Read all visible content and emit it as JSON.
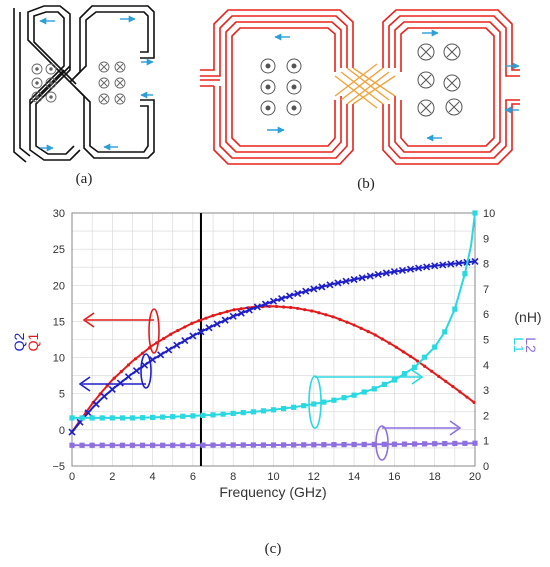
{
  "panel_labels": {
    "a": "(a)",
    "b": "(b)",
    "c": "(c)"
  },
  "colors": {
    "coil_a": "#111111",
    "coil_b": "#e8221c",
    "crossover": "#f2a23a",
    "current_arrow": "#2a9fd8",
    "terminal": "#2a9fd8",
    "Q1": "#e31a1c",
    "Q2": "#1f1fc8",
    "L1": "#2ad8e0",
    "L2": "#8e6fe0",
    "grid": "#d6d6d6",
    "marker_line": "#000000"
  },
  "axis_labels": {
    "xlabel": "Frequency (GHz)",
    "left_label_Q2": "Q2",
    "left_label_Q1": "Q1",
    "right_unit": "(nH)",
    "right_label_L2": "L2",
    "right_label_L1": "L1"
  },
  "chart_data": {
    "type": "line",
    "x_range": [
      0,
      20
    ],
    "y_left_range": [
      -5,
      30
    ],
    "y_right_range": [
      0,
      10
    ],
    "x_ticks": [
      "0",
      "2",
      "4",
      "6",
      "8",
      "10",
      "12",
      "14",
      "16",
      "18",
      "20"
    ],
    "y_left_ticks": [
      "−5",
      "0",
      "5",
      "10",
      "15",
      "20",
      "25",
      "30"
    ],
    "y_right_ticks": [
      "0",
      "1",
      "2",
      "3",
      "4",
      "5",
      "6",
      "7",
      "8",
      "9",
      "10"
    ],
    "grid": true,
    "vertical_marker_x": 6.4,
    "series": [
      {
        "name": "Q1",
        "axis": "left",
        "marker": "dot",
        "x": [
          0,
          0.5,
          1,
          1.5,
          2,
          3,
          4,
          5,
          6,
          7,
          8,
          9,
          10,
          11,
          12,
          13,
          14,
          15,
          16,
          17,
          18,
          19,
          20
        ],
        "y": [
          -0.3,
          1.7,
          3.6,
          5.3,
          6.9,
          9.5,
          11.7,
          13.4,
          14.8,
          15.8,
          16.6,
          17.0,
          17.1,
          16.9,
          16.4,
          15.6,
          14.5,
          13.2,
          11.6,
          9.8,
          7.8,
          5.8,
          3.7
        ]
      },
      {
        "name": "Q2",
        "axis": "left",
        "marker": "x",
        "x": [
          0,
          0.5,
          1,
          1.5,
          2,
          3,
          4,
          5,
          6,
          7,
          8,
          9,
          10,
          11,
          12,
          13,
          14,
          15,
          16,
          17,
          18,
          19,
          20
        ],
        "y": [
          -0.3,
          1.4,
          3.0,
          4.4,
          5.6,
          7.8,
          9.7,
          11.4,
          13.0,
          14.4,
          15.7,
          16.8,
          17.8,
          18.7,
          19.5,
          20.2,
          20.8,
          21.4,
          21.9,
          22.3,
          22.7,
          23.0,
          23.3
        ]
      },
      {
        "name": "L1",
        "axis": "right",
        "marker": "square",
        "x": [
          0,
          1,
          2,
          3,
          4,
          5,
          6,
          7,
          8,
          9,
          10,
          11,
          12,
          13,
          14,
          15,
          16,
          17,
          18,
          18.5,
          19,
          19.5,
          19.8,
          20
        ],
        "y": [
          1.9,
          1.9,
          1.9,
          1.9,
          1.92,
          1.95,
          1.98,
          2.02,
          2.08,
          2.14,
          2.22,
          2.32,
          2.45,
          2.6,
          2.8,
          3.05,
          3.4,
          3.9,
          4.7,
          5.3,
          6.2,
          7.6,
          8.7,
          10
        ]
      },
      {
        "name": "L2",
        "axis": "right",
        "marker": "square",
        "x": [
          0,
          2,
          4,
          6,
          8,
          10,
          12,
          14,
          16,
          18,
          20
        ],
        "y": [
          0.82,
          0.82,
          0.82,
          0.82,
          0.83,
          0.83,
          0.84,
          0.85,
          0.86,
          0.88,
          0.9
        ]
      }
    ]
  }
}
